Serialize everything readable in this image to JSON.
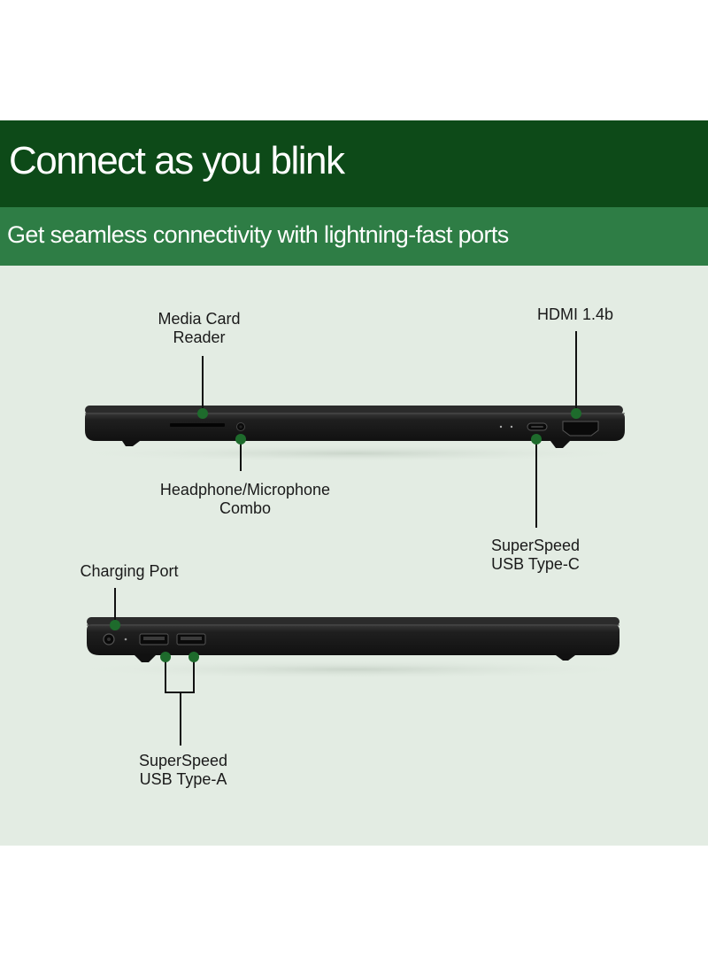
{
  "header": {
    "headline": "Connect as you blink",
    "subheadline": "Get seamless connectivity with lightning-fast ports"
  },
  "ports": {
    "media_card_reader": {
      "line1": "Media Card",
      "line2": "Reader"
    },
    "hdmi": {
      "line1": "HDMI 1.4b"
    },
    "headphone_combo": {
      "line1": "Headphone/Microphone",
      "line2": "Combo"
    },
    "usb_c": {
      "line1": "SuperSpeed",
      "line2": "USB Type-C"
    },
    "charging_port": {
      "line1": "Charging Port"
    },
    "usb_a": {
      "line1": "SuperSpeed",
      "line2": "USB Type-A"
    }
  },
  "colors": {
    "banner_dark": "#0d4a18",
    "banner_light": "#2e7d45",
    "panel_background": "#e3ece3",
    "marker_dot": "#1e6b2c",
    "laptop_body": "#1c1c1c"
  }
}
